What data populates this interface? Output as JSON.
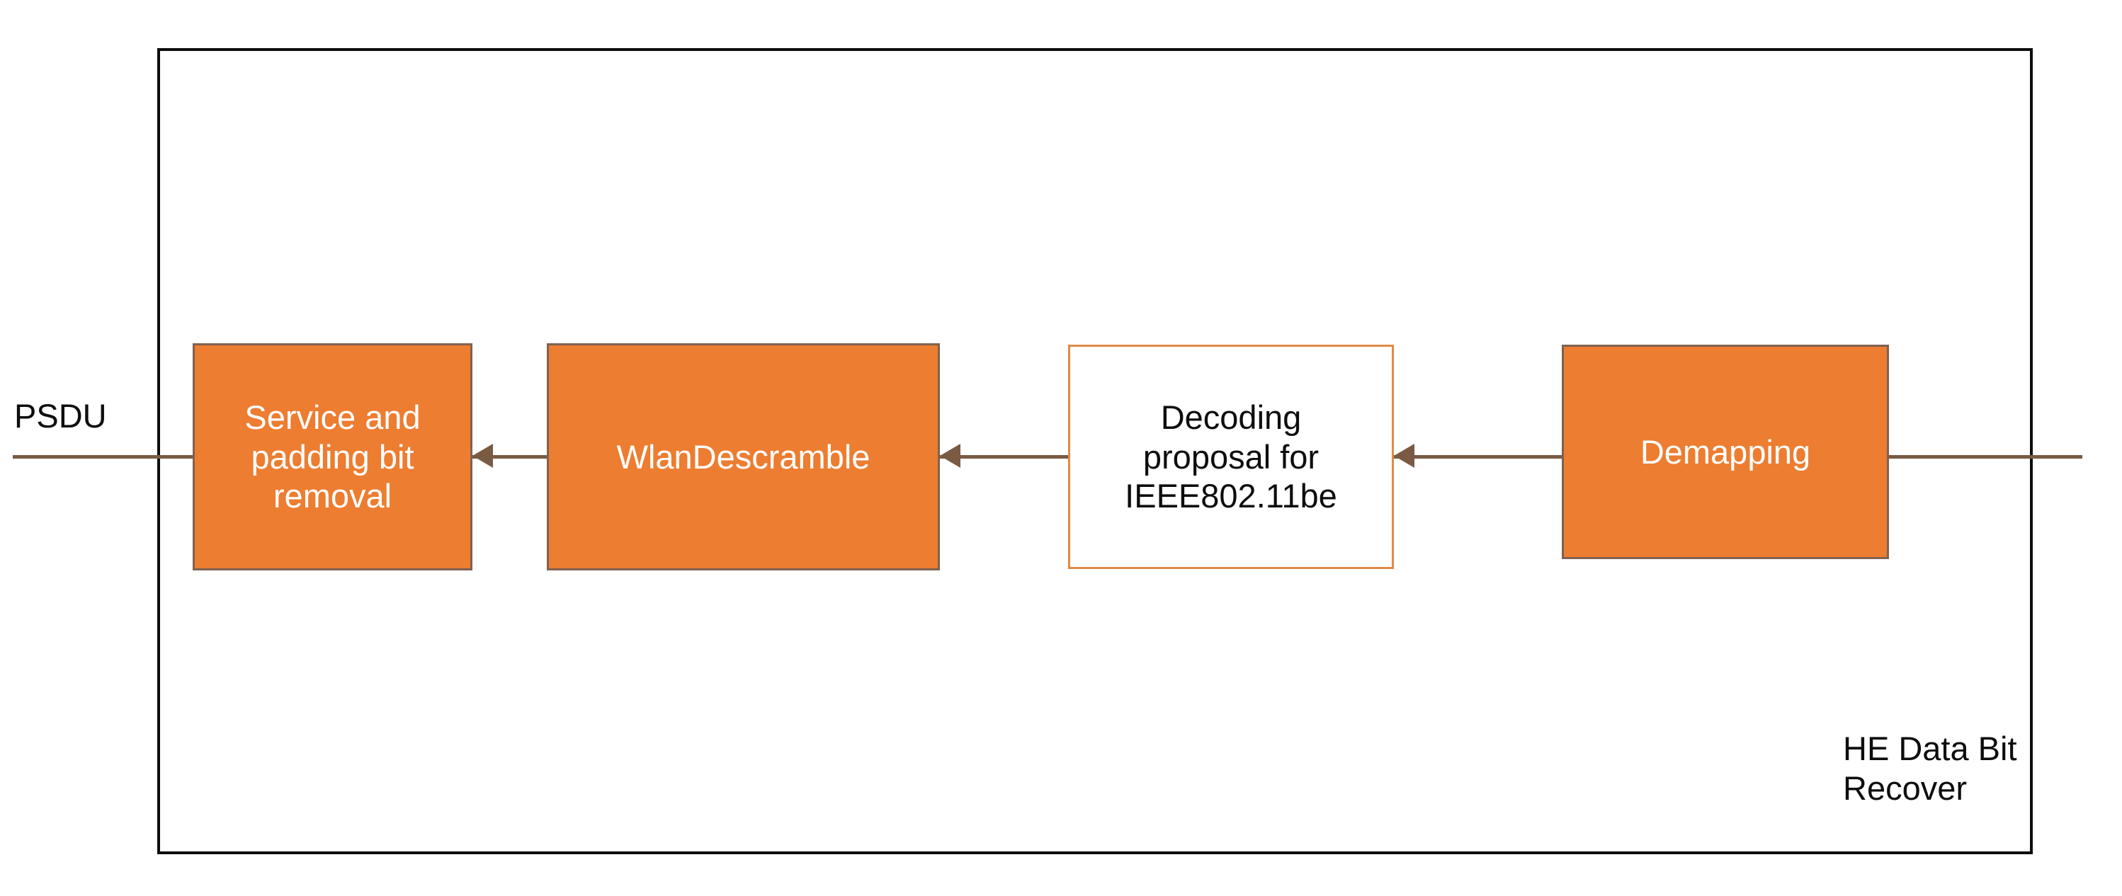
{
  "diagram": {
    "title_label": "HE Data Bit Recover",
    "input_label": "PSDU",
    "colors": {
      "block_fill": "#ED7D31",
      "block_border": "#7F6250",
      "outline_block_border": "#E08A45",
      "connector": "#7A5A43",
      "frame": "#0D0D0D",
      "text_on_fill": "#FFFFFF",
      "text_dark": "#0D0D0D"
    },
    "blocks": [
      {
        "id": "service-and-padding-bit-removal",
        "label": "Service and\npadding bit\nremoval",
        "style": "filled"
      },
      {
        "id": "wlan-descramble",
        "label": "WlanDescramble",
        "style": "filled"
      },
      {
        "id": "decoding-proposal",
        "label": "Decoding\nproposal for\nIEEE802.11be",
        "style": "outline"
      },
      {
        "id": "demapping",
        "label": "Demapping",
        "style": "filled"
      }
    ],
    "connectors": [
      {
        "id": "psdu-output",
        "from": "service-and-padding-bit-removal",
        "to": "PSDU",
        "direction": "left",
        "arrowhead": false
      },
      {
        "id": "descramble-to-service",
        "from": "wlan-descramble",
        "to": "service-and-padding-bit-removal",
        "direction": "left",
        "arrowhead": true
      },
      {
        "id": "decoding-to-descramble",
        "from": "decoding-proposal",
        "to": "wlan-descramble",
        "direction": "left",
        "arrowhead": true
      },
      {
        "id": "demapping-to-decoding",
        "from": "demapping",
        "to": "decoding-proposal",
        "direction": "left",
        "arrowhead": true
      },
      {
        "id": "input-to-demapping",
        "from": "external",
        "to": "demapping",
        "direction": "left",
        "arrowhead": false
      }
    ],
    "labels": {
      "psdu": "PSDU",
      "he_data_bit_recover": "HE Data Bit\nRecover"
    }
  }
}
